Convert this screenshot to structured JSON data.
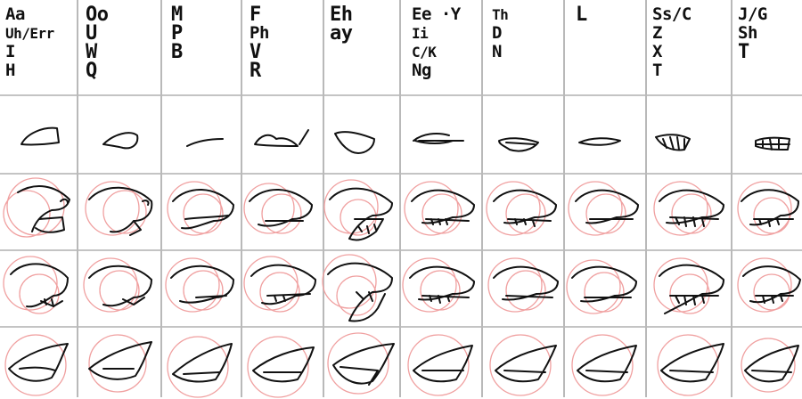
{
  "sheet": {
    "line_color": "#b9b9b9",
    "sketch_color": "#f0a0a0",
    "ink_color": "#111111",
    "columns": [
      {
        "phonemes": [
          "Aa",
          "Uh/Err",
          "I",
          "H"
        ]
      },
      {
        "phonemes": [
          "Oo",
          "U",
          "W",
          "Q"
        ]
      },
      {
        "phonemes": [
          "M",
          "P",
          "B"
        ]
      },
      {
        "phonemes": [
          "F",
          "Ph",
          "V",
          "R"
        ]
      },
      {
        "phonemes": [
          "Eh",
          "ay"
        ]
      },
      {
        "phonemes": [
          "Ee ·Y",
          "Ii",
          "C/K",
          "Ng"
        ]
      },
      {
        "phonemes": [
          "Th",
          "D",
          "N"
        ]
      },
      {
        "phonemes": [
          "L"
        ]
      },
      {
        "phonemes": [
          "Ss/C",
          "Z",
          "X",
          "T"
        ]
      },
      {
        "phonemes": [
          "J/G",
          "Sh",
          "T"
        ]
      }
    ],
    "rows": [
      "phoneme-labels",
      "mouth-shapes",
      "head-side-view",
      "head-three-quarter-view",
      "beak-closeup"
    ]
  }
}
